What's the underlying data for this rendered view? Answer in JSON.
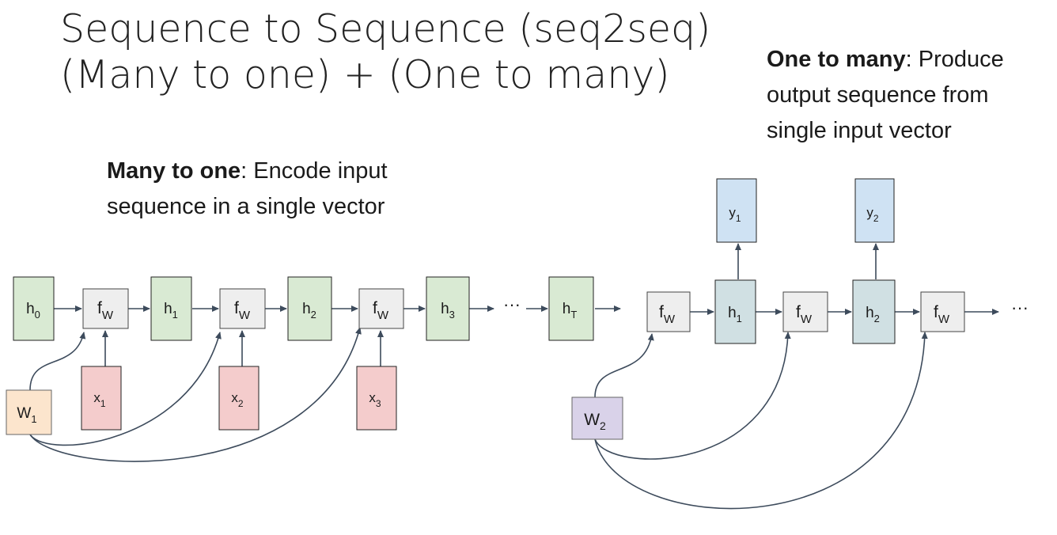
{
  "title": {
    "line1": "Sequence to Sequence (seq2seq)",
    "line2": "(Many to one) + (One to many)"
  },
  "captions": {
    "right": {
      "bold": "One to many",
      "rest": ": Produce output sequence from single input vector"
    },
    "left": {
      "bold": "Many to one",
      "rest": ": Encode input sequence in a single vector"
    }
  },
  "colors": {
    "hidden_green_fill": "#d9ead3",
    "hidden_green_stroke": "#222222",
    "fw_fill": "#eeeeee",
    "input_red_fill": "#f4cccc",
    "w1_fill": "#fce5cd",
    "w2_fill": "#d9d2e9",
    "output_blue_fill": "#cfe2f3",
    "hidden_teal_fill": "#d0e0e3",
    "arrow": "#3d4b5c"
  },
  "encoder": {
    "h0": {
      "base": "h",
      "sub": "0"
    },
    "f1": {
      "base": "f",
      "sub": "W"
    },
    "h1": {
      "base": "h",
      "sub": "1"
    },
    "f2": {
      "base": "f",
      "sub": "W"
    },
    "h2": {
      "base": "h",
      "sub": "2"
    },
    "f3": {
      "base": "f",
      "sub": "W"
    },
    "h3": {
      "base": "h",
      "sub": "3"
    },
    "hT": {
      "base": "h",
      "sub": "T"
    },
    "x1": {
      "base": "x",
      "sub": "1"
    },
    "x2": {
      "base": "x",
      "sub": "2"
    },
    "x3": {
      "base": "x",
      "sub": "3"
    },
    "w1": {
      "base": "W",
      "sub": "1"
    },
    "ellipsis": "···"
  },
  "decoder": {
    "f1": {
      "base": "f",
      "sub": "W"
    },
    "h1": {
      "base": "h",
      "sub": "1"
    },
    "f2": {
      "base": "f",
      "sub": "W"
    },
    "h2": {
      "base": "h",
      "sub": "2"
    },
    "f3": {
      "base": "f",
      "sub": "W"
    },
    "y1": {
      "base": "y",
      "sub": "1"
    },
    "y2": {
      "base": "y",
      "sub": "2"
    },
    "w2": {
      "base": "W",
      "sub": "2"
    },
    "ellipsis": "···"
  }
}
